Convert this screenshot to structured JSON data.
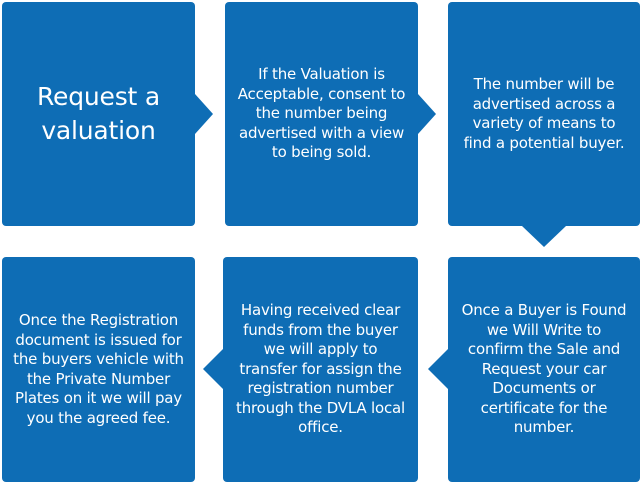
{
  "colors": {
    "box": "#0e6db5",
    "text": "#ffffff"
  },
  "steps": [
    {
      "text": "Request a valuation"
    },
    {
      "text": "If the Valuation is Acceptable, consent to the number being advertised with a view to being sold."
    },
    {
      "text": "The number will be advertised across a variety of means to find a potential buyer."
    },
    {
      "text": "Once a Buyer is Found we Will Write to confirm the Sale and Request your car Documents or certificate for the number."
    },
    {
      "text": "Having received clear funds from the buyer we will apply to transfer for assign the registration number through the DVLA local office."
    },
    {
      "text": "Once the Registration document is issued for the buyers vehicle with the Private Number Plates on it we will pay you the agreed fee."
    }
  ]
}
